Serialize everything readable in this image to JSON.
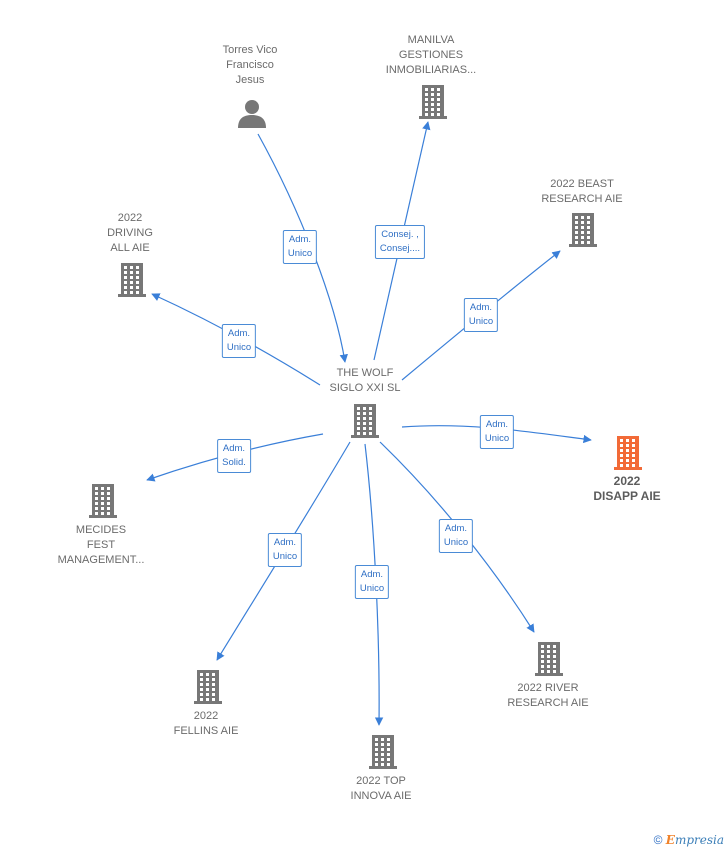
{
  "colors": {
    "edge": "#3a7fd8",
    "building": "#777777",
    "highlight": "#f26a37",
    "person": "#777777"
  },
  "nodes": [
    {
      "id": "center",
      "label": "THE WOLF\nSIGLO XXI  SL",
      "icon": "building-icon",
      "highlight": false
    },
    {
      "id": "torres",
      "label": "Torres Vico\nFrancisco\nJesus",
      "icon": "person-icon",
      "highlight": false
    },
    {
      "id": "manilva",
      "label": "MANILVA\nGESTIONES\nINMOBILIARIAS...",
      "icon": "building-icon",
      "highlight": false
    },
    {
      "id": "beast",
      "label": "2022 BEAST\nRESEARCH AIE",
      "icon": "building-icon",
      "highlight": false
    },
    {
      "id": "driving",
      "label": "2022\nDRIVING\nALL AIE",
      "icon": "building-icon",
      "highlight": false
    },
    {
      "id": "disapp",
      "label": "2022\nDISAPP AIE",
      "icon": "building-icon",
      "highlight": true
    },
    {
      "id": "mecides",
      "label": "MECIDES\nFEST\nMANAGEMENT...",
      "icon": "building-icon",
      "highlight": false
    },
    {
      "id": "river",
      "label": "2022 RIVER\nRESEARCH AIE",
      "icon": "building-icon",
      "highlight": false
    },
    {
      "id": "fellins",
      "label": "2022\nFELLINS AIE",
      "icon": "building-icon",
      "highlight": false
    },
    {
      "id": "top",
      "label": "2022 TOP\nINNOVA AIE",
      "icon": "building-icon",
      "highlight": false
    }
  ],
  "edges": [
    {
      "from": "torres",
      "to": "center",
      "label": [
        "Adm.",
        "Unico"
      ]
    },
    {
      "from": "center",
      "to": "manilva",
      "label": [
        "Consej. ,",
        "Consej...."
      ]
    },
    {
      "from": "center",
      "to": "beast",
      "label": [
        "Adm.",
        "Unico"
      ]
    },
    {
      "from": "center",
      "to": "driving",
      "label": [
        "Adm.",
        "Unico"
      ]
    },
    {
      "from": "center",
      "to": "disapp",
      "label": [
        "Adm.",
        "Unico"
      ]
    },
    {
      "from": "center",
      "to": "mecides",
      "label": [
        "Adm.",
        "Solid."
      ]
    },
    {
      "from": "center",
      "to": "river",
      "label": [
        "Adm.",
        "Unico"
      ]
    },
    {
      "from": "center",
      "to": "fellins",
      "label": [
        "Adm.",
        "Unico"
      ]
    },
    {
      "from": "center",
      "to": "top",
      "label": [
        "Adm.",
        "Unico"
      ]
    }
  ],
  "footer": {
    "copyright": "©",
    "brand_initial": "E",
    "brand_rest": "mpresia"
  }
}
